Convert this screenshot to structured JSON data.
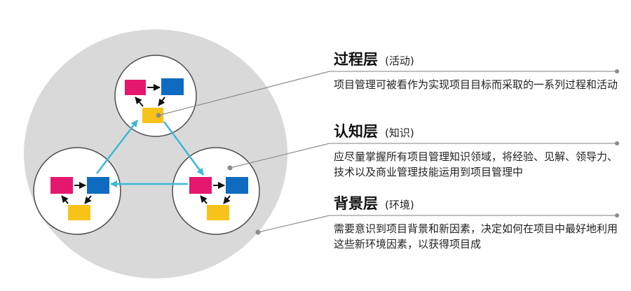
{
  "colors": {
    "background_ellipse": "#d9d9d9",
    "circle_fill": "#ffffff",
    "circle_stroke": "#4d4d4d",
    "node_pink": "#e6176e",
    "node_blue": "#0f6bc1",
    "node_yellow": "#f7c318",
    "cycle_arrow": "#3bb9d6",
    "pointer_line": "#8c8c8c",
    "separator_line": "#9a9a9a"
  },
  "layers": [
    {
      "title": "过程层",
      "subtitle": "(活动)",
      "description": "项目管理可被看作为实现项目目标而采取的一系列过程和活动"
    },
    {
      "title": "认知层",
      "subtitle": "(知识)",
      "description": "应尽量掌握所有项目管理知识领域，将经验、见解、领导力、技术以及商业管理技能运用到项目管理中"
    },
    {
      "title": "背景层",
      "subtitle": "(环境)",
      "description": "需要意识到项目背景和新因素，决定如何在项目中最好地利用这些新环境因素，以获得项目成"
    }
  ]
}
